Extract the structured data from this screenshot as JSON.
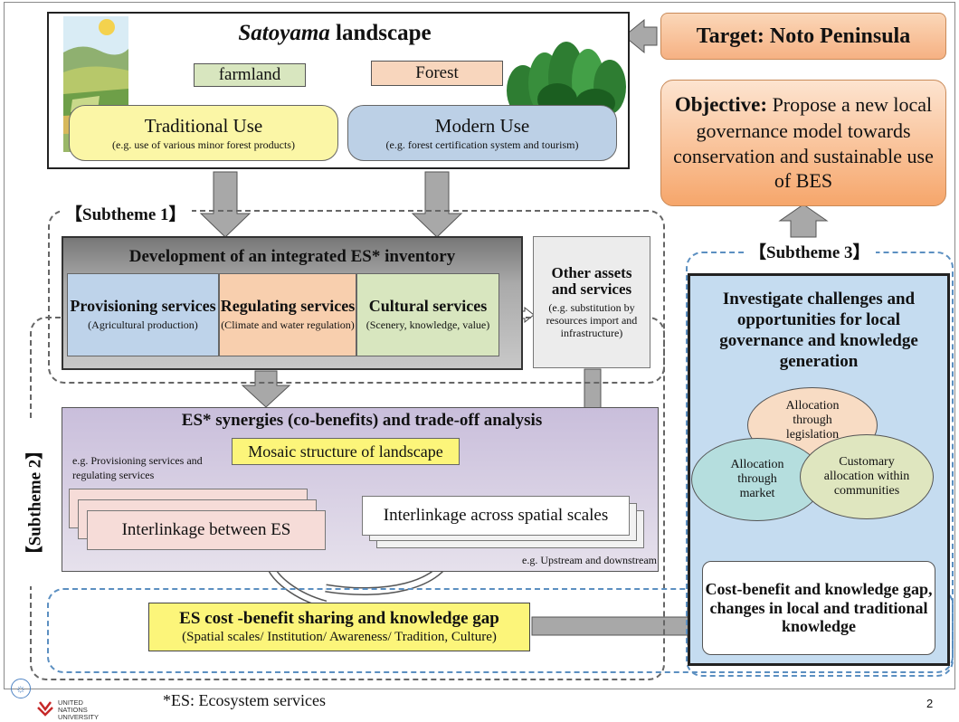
{
  "satoyama": {
    "title_italic": "Satoyama",
    "title_rest": " landscape",
    "farmland": "farmland",
    "forest": "Forest",
    "traditional_use": {
      "label": "Traditional Use",
      "example": "(e.g. use of various minor forest products)"
    },
    "modern_use": {
      "label": "Modern Use",
      "example": "(e.g. forest certification system and tourism)"
    }
  },
  "target": "Target: Noto Peninsula",
  "objective": {
    "lead": "Objective:",
    "text": " Propose a new local governance model towards conservation and sustainable use of BES"
  },
  "subtheme1": {
    "label": "【Subtheme 1】",
    "inventory_title": "Development of an integrated ES* inventory",
    "provisioning": {
      "label": "Provisioning services",
      "example": "(Agricultural production)"
    },
    "regulating": {
      "label": "Regulating services",
      "example": "(Climate and water regulation)"
    },
    "cultural": {
      "label": "Cultural services",
      "example": "(Scenery, knowledge, value)"
    },
    "other": {
      "label": "Other assets and services",
      "example": "(e.g. substitution by resources import and infrastructure)"
    }
  },
  "subtheme2": {
    "label": "【Subtheme 2】",
    "synergy_title": "ES* synergies (co-benefits) and trade-off analysis",
    "mosaic": "Mosaic structure of landscape",
    "eg_provisioning": "e.g. Provisioning services and regulating services",
    "interlinkage_es": "Interlinkage between ES",
    "interlinkage_spatial": "Interlinkage across spatial scales",
    "eg_upstream": "e.g. Upstream and downstream",
    "sharing": {
      "title": "ES cost -benefit sharing and  knowledge gap",
      "sub": "(Spatial scales/ Institution/ Awareness/ Tradition, Culture)"
    }
  },
  "subtheme3": {
    "label": "【Subtheme 3】",
    "title": "Investigate challenges and opportunities for local governance and knowledge generation",
    "legislation": "Allocation through legislation",
    "market": "Allocation through market",
    "customary": "Customary allocation within communities",
    "cost_benefit": "Cost-benefit and knowledge gap, changes in local and traditional knowledge"
  },
  "footnote": "*ES: Ecosystem services",
  "page_number": "2",
  "logo_text": "UNITED NATIONS UNIVERSITY",
  "colors": {
    "orange": "#f6b183",
    "yellow": "#fcf57a",
    "blue_panel": "#c5dcf0",
    "lavender": "#c9bedb",
    "dashed_blue": "#5b8fc1"
  }
}
